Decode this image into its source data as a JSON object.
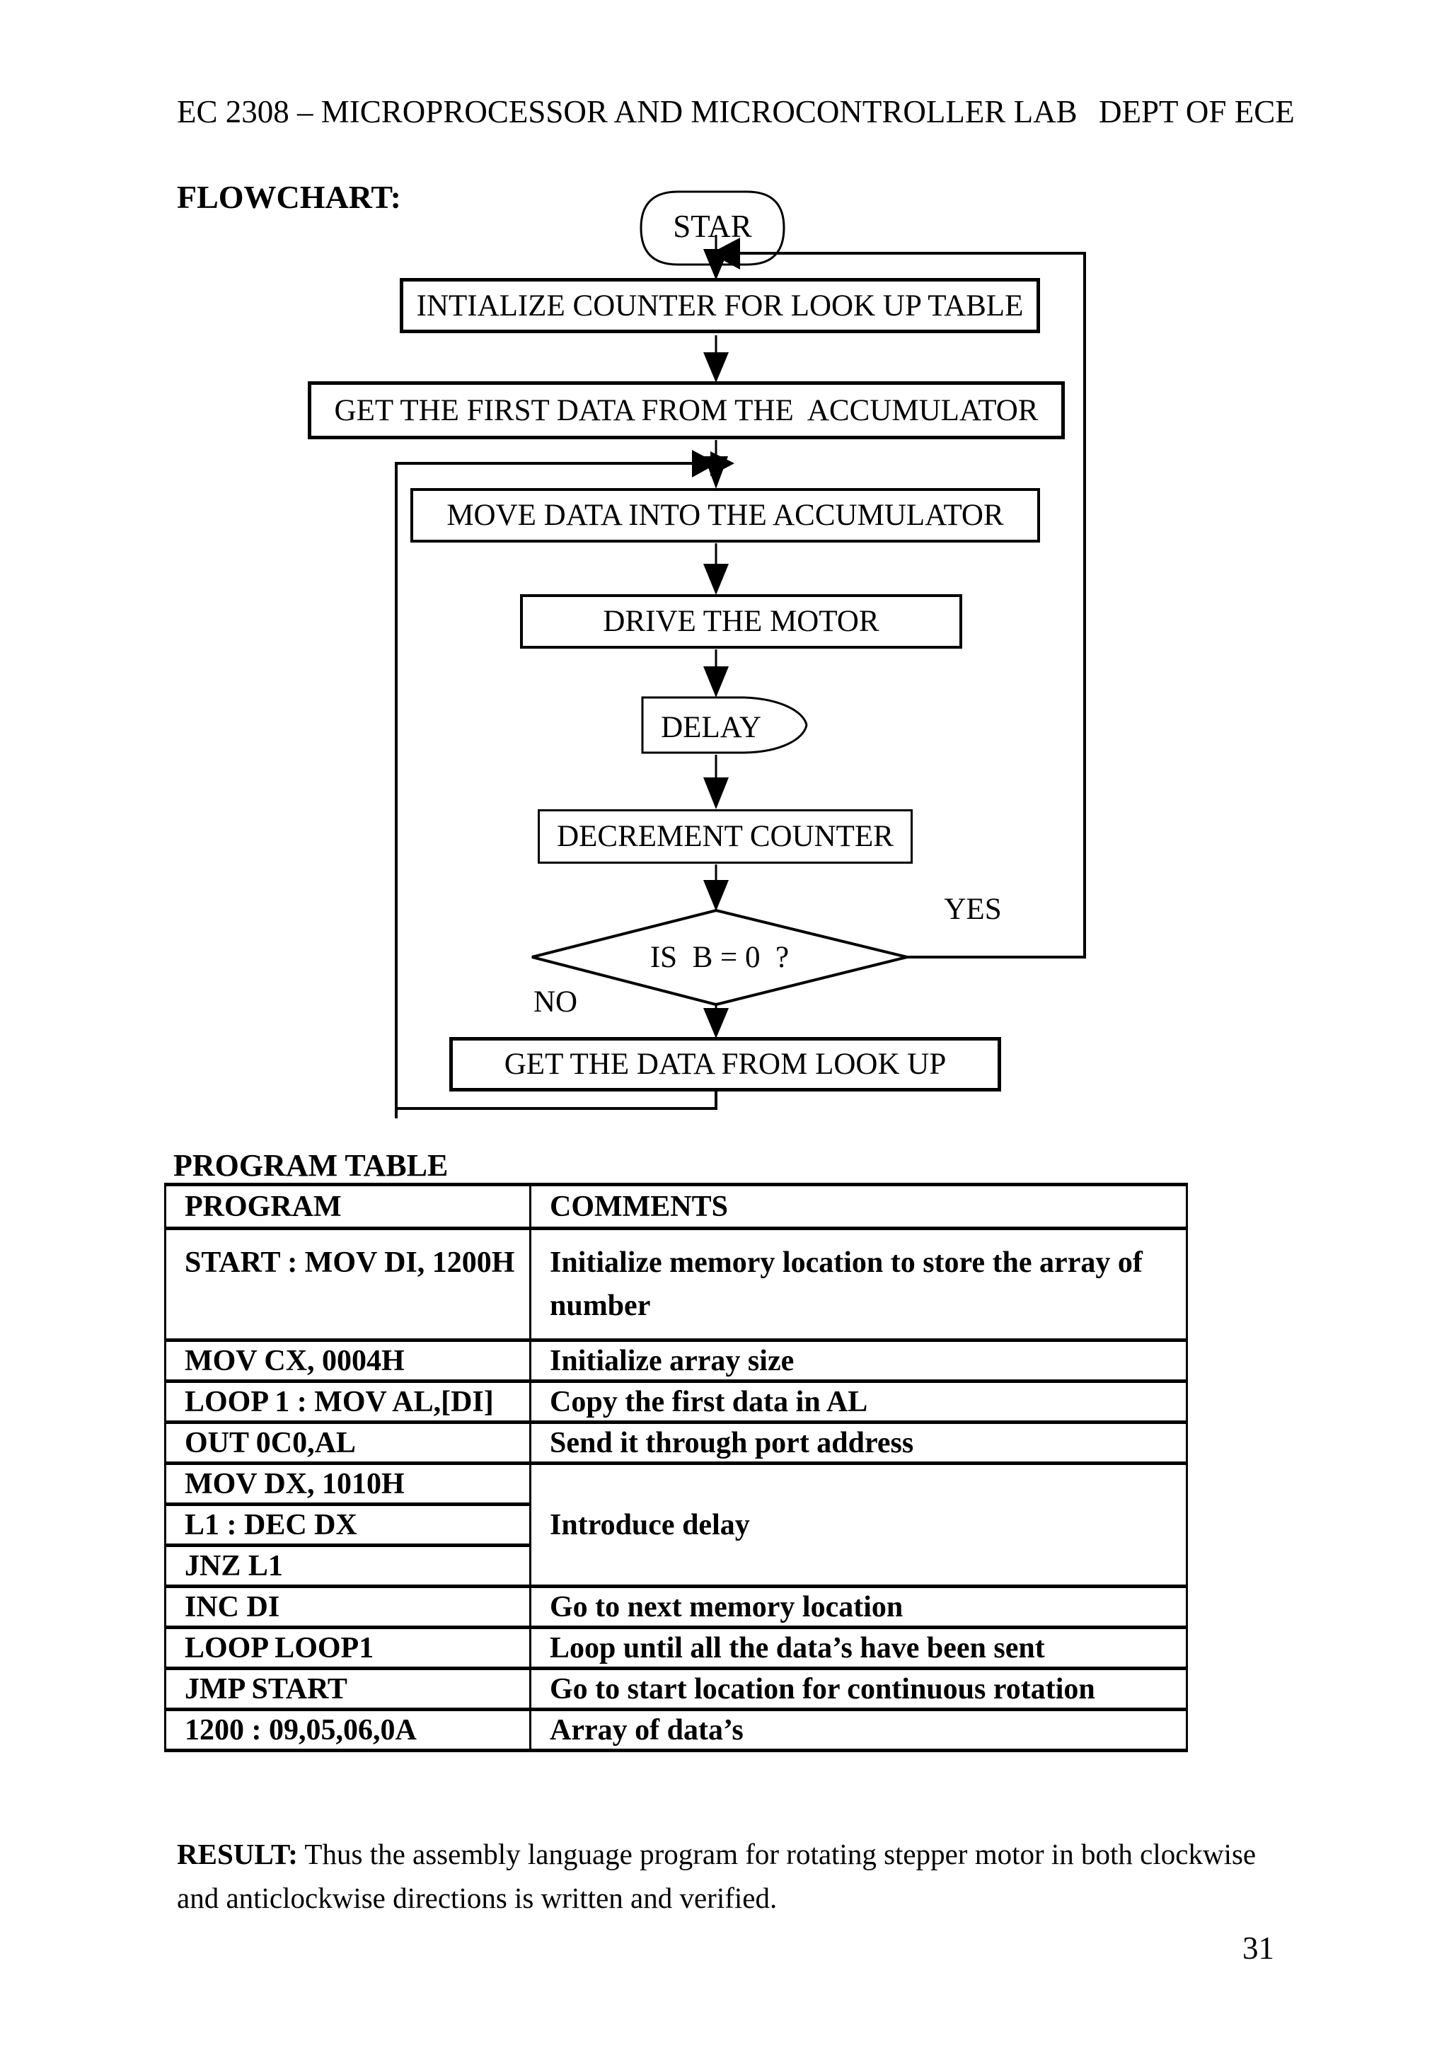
{
  "header": {
    "course": "EC 2308 – MICROPROCESSOR AND MICROCONTROLLER LAB",
    "department": "DEPT OF ECE"
  },
  "flowchart": {
    "section_label": "FLOWCHART:",
    "nodes": {
      "start": "STAR",
      "initialize": "INTIALIZE COUNTER FOR LOOK UP TABLE",
      "get_first_data": "GET THE FIRST DATA FROM THE  ACCUMULATOR",
      "move_data": "MOVE DATA INTO THE ACCUMULATOR",
      "drive_motor": "DRIVE THE MOTOR",
      "delay": "DELAY",
      "decrement_counter": "DECREMENT COUNTER",
      "decision": "IS  B = 0  ?",
      "get_lookup_data": "GET THE DATA FROM LOOK UP"
    },
    "labels": {
      "yes": "YES",
      "no": "NO"
    }
  },
  "program_table": {
    "section_label": "PROGRAM TABLE",
    "columns": [
      "PROGRAM",
      "COMMENTS"
    ],
    "rows": [
      {
        "program": "START : MOV DI, 1200H",
        "comment": "Initialize memory location to store the array of\nnumber"
      },
      {
        "program": "MOV CX, 0004H",
        "comment": "Initialize array size"
      },
      {
        "program": "LOOP 1 : MOV AL,[DI]",
        "comment": "Copy the first data in AL"
      },
      {
        "program": "OUT 0C0,AL",
        "comment": "Send it through port address"
      },
      {
        "program": "MOV DX, 1010H",
        "comment": "Introduce delay",
        "comment_rowspan": 3
      },
      {
        "program": "L1 : DEC DX",
        "comment": null
      },
      {
        "program": "JNZ L1",
        "comment": null
      },
      {
        "program": "INC DI",
        "comment": "Go to next memory location"
      },
      {
        "program": "LOOP LOOP1",
        "comment": "Loop until all the data’s have been sent"
      },
      {
        "program": "JMP START",
        "comment": "Go to start location for continuous rotation"
      },
      {
        "program": "1200 : 09,05,06,0A",
        "comment": "Array of data’s"
      }
    ]
  },
  "result": {
    "label": "RESULT:",
    "body": " Thus the assembly language program for rotating stepper motor in both clockwise\nand anticlockwise directions is written and verified."
  },
  "page_number": "31"
}
